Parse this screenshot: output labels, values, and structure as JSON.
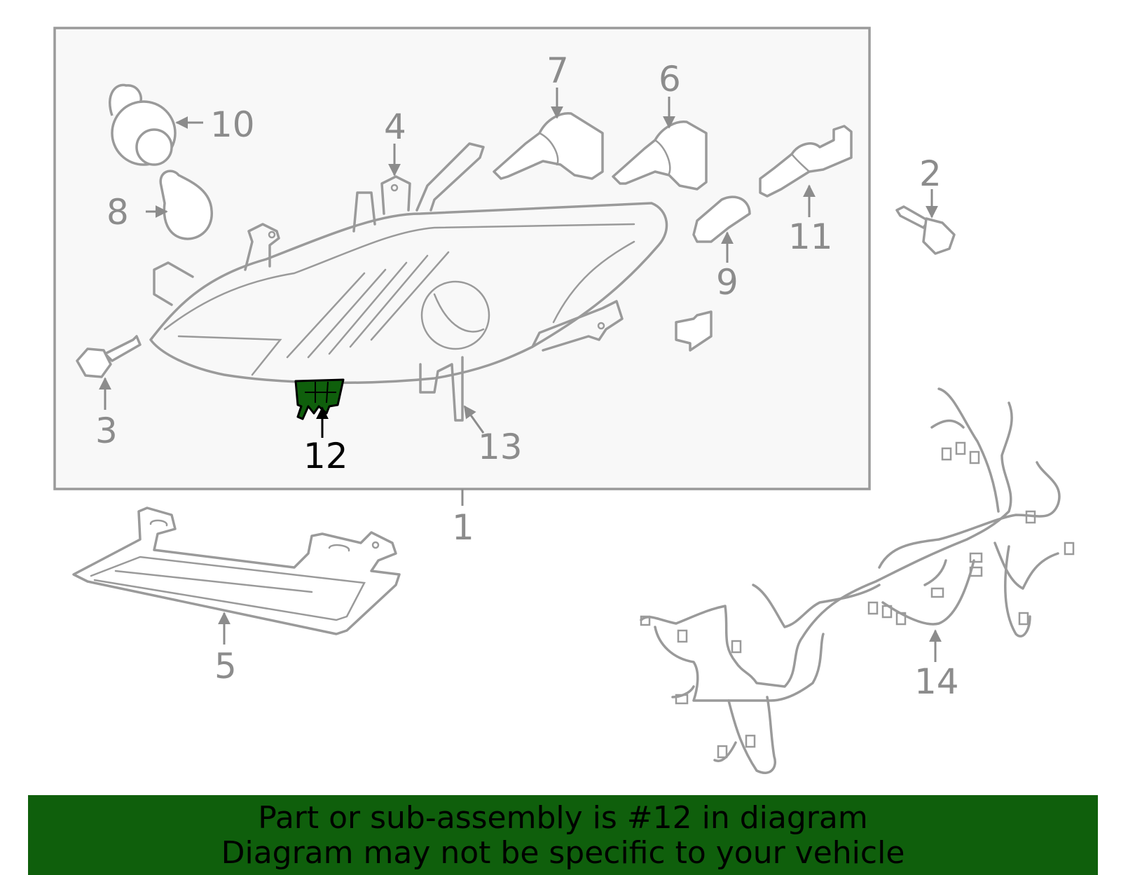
{
  "highlight_color": "#0f5f0c",
  "callouts": [
    {
      "id": "1",
      "text": "1"
    },
    {
      "id": "2",
      "text": "2"
    },
    {
      "id": "3",
      "text": "3"
    },
    {
      "id": "4",
      "text": "4"
    },
    {
      "id": "5",
      "text": "5"
    },
    {
      "id": "6",
      "text": "6"
    },
    {
      "id": "7",
      "text": "7"
    },
    {
      "id": "8",
      "text": "8"
    },
    {
      "id": "9",
      "text": "9"
    },
    {
      "id": "10",
      "text": "10"
    },
    {
      "id": "11",
      "text": "11"
    },
    {
      "id": "12",
      "text": "12",
      "highlighted": true
    },
    {
      "id": "13",
      "text": "13"
    },
    {
      "id": "14",
      "text": "14"
    }
  ],
  "banner": {
    "line1": "Part or sub-assembly is #12 in diagram",
    "line2": "Diagram may not be specific to your vehicle"
  }
}
